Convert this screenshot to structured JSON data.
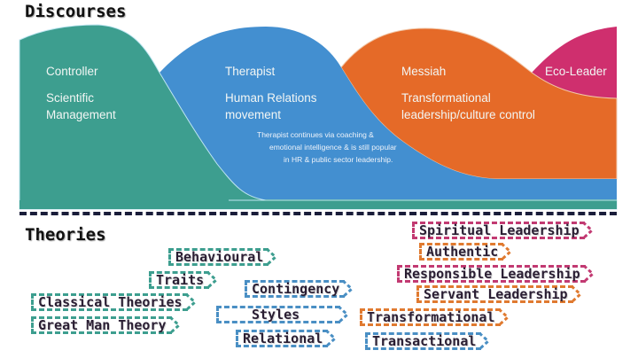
{
  "sections": {
    "discourses_title": "Discourses",
    "theories_title": "Theories"
  },
  "discourses": [
    {
      "name": "Controller",
      "description": "Scientific Management",
      "color": "#3d9e8f"
    },
    {
      "name": "Therapist",
      "description": "Human Relations movement",
      "color": "#438fd0",
      "note": [
        "Therapist continues via coaching &",
        "emotional intelligence & is still popular",
        "in HR & public sector leadership."
      ]
    },
    {
      "name": "Messiah",
      "description": "Transformational leadership/culture control",
      "color": "#e56a28"
    },
    {
      "name": "Eco-Leader",
      "description": "",
      "color": "#cf2f6e"
    }
  ],
  "labels": {
    "controller": "Controller",
    "controller_desc_1": "Scientific",
    "controller_desc_2": "Management",
    "therapist": "Therapist",
    "therapist_desc_1": "Human Relations",
    "therapist_desc_2": "movement",
    "therapist_note_1": "Therapist continues via coaching &",
    "therapist_note_2": "emotional intelligence & is still popular",
    "therapist_note_3": "in HR & public sector leadership.",
    "messiah": "Messiah",
    "messiah_desc_1": "Transformational",
    "messiah_desc_2": "leadership/culture control",
    "eco": "Eco-Leader"
  },
  "theories": [
    {
      "label": "Spiritual Leadership",
      "discourse": "Eco-Leader",
      "color": "#c23a72"
    },
    {
      "label": "Authentic",
      "discourse": "Messiah",
      "color": "#e07a30"
    },
    {
      "label": "Responsible Leadership",
      "discourse": "Eco-Leader",
      "color": "#c23a72"
    },
    {
      "label": "Servant Leadership",
      "discourse": "Messiah",
      "color": "#e07a30"
    },
    {
      "label": "Behavioural",
      "discourse": "Controller",
      "color": "#3d9e8f"
    },
    {
      "label": "Traits",
      "discourse": "Controller",
      "color": "#3d9e8f"
    },
    {
      "label": "Contingency",
      "discourse": "Therapist",
      "color": "#4a8fc4"
    },
    {
      "label": "Classical Theories",
      "discourse": "Controller",
      "color": "#3d9e8f"
    },
    {
      "label": "Styles",
      "discourse": "Therapist",
      "color": "#4a8fc4"
    },
    {
      "label": "Transformational",
      "discourse": "Messiah",
      "color": "#e07a30"
    },
    {
      "label": "Great Man Theory",
      "discourse": "Controller",
      "color": "#3d9e8f"
    },
    {
      "label": "Relational",
      "discourse": "Therapist",
      "color": "#4a8fc4"
    },
    {
      "label": "Transactional",
      "discourse": "Therapist",
      "color": "#4a8fc4"
    }
  ]
}
